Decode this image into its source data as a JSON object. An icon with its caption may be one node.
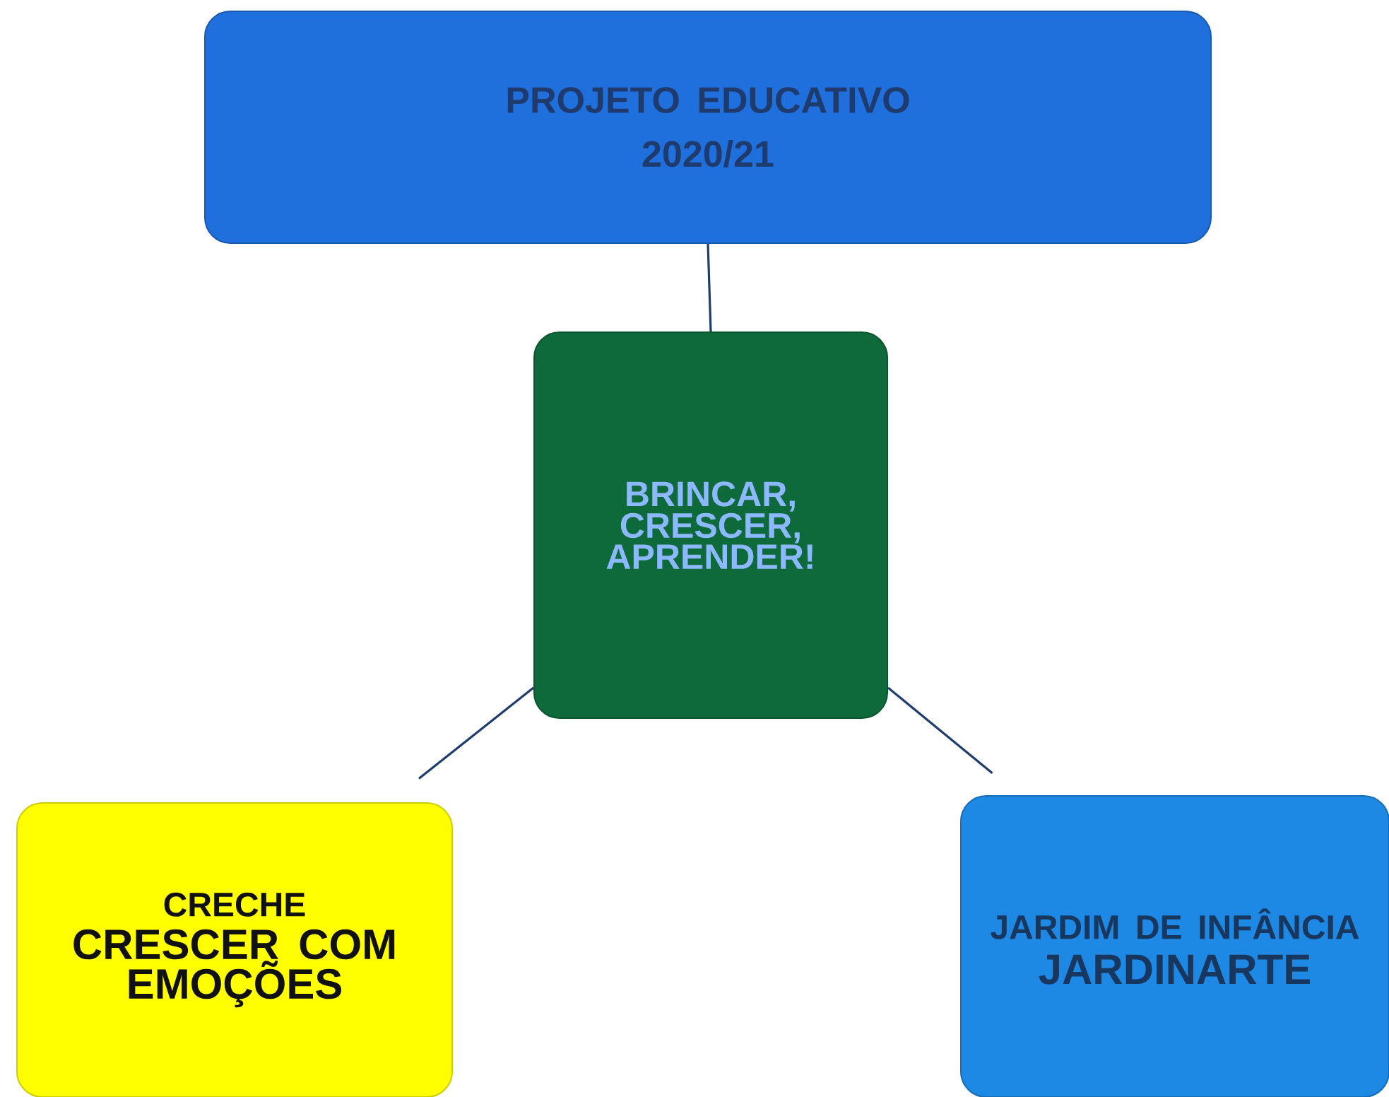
{
  "diagram": {
    "nodes": [
      {
        "text": [
          "PROJETO EDUCATIVO",
          "2020/21"
        ]
      },
      {
        "text": [
          "BRINCAR, CRESCER, APRENDER!"
        ]
      },
      {
        "text": [
          "CRECHE",
          "CRESCER COM EMOÇÕES"
        ]
      },
      {
        "text": [
          "JARDIM DE INFÂNCIA",
          "JARDINARTE"
        ]
      }
    ],
    "edges": [
      {
        "from": 0,
        "to": 1,
        "arrow": "none"
      },
      {
        "from": 1,
        "to": 2,
        "arrow": "none"
      },
      {
        "from": 1,
        "to": 3,
        "arrow": "none"
      }
    ]
  }
}
